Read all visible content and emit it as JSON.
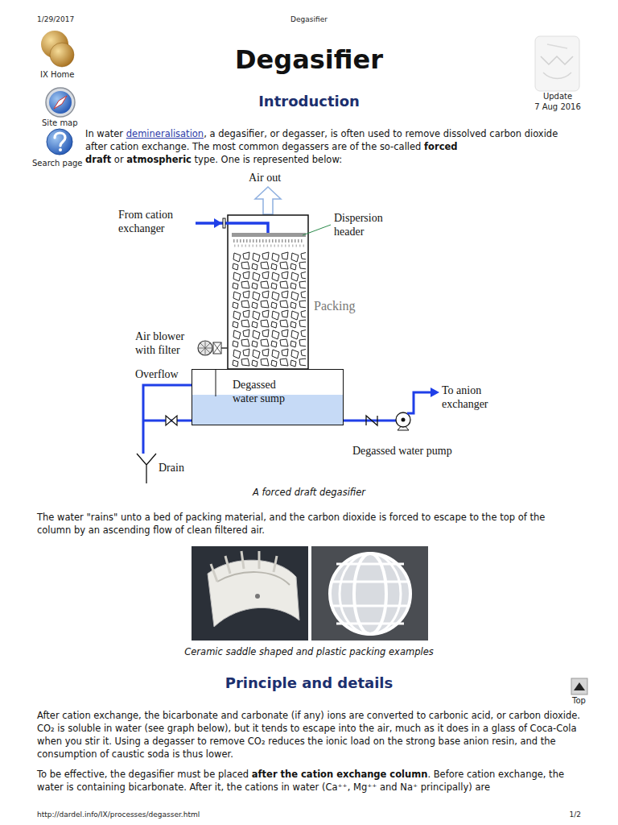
{
  "diagram": {
    "title": "Degasifier",
    "caption": "A forced draft degasifier",
    "nodes": [
      {
        "text": [
          "Degassed water sump"
        ]
      }
    ],
    "labels": [
      "1/29/2017",
      "Degasifier",
      "IX Home",
      "Update",
      "7 Aug 2016",
      "Site map",
      "Introduction",
      "In water",
      "demineralisation",
      ", a degasifier, or degasser, is often used to remove dissolved carbon dioxide after cation exchange. The most common degassers are of the so-called",
      "forced draft",
      "or",
      "atmospheric",
      "type. One is represented below:",
      "Search page",
      "Air out",
      "From cation exchanger",
      "Dispersion header",
      "Packing",
      "Air blower with filter",
      "Overflow",
      "To anion exchanger",
      "Degassed water pump",
      "Drain",
      "The water \"rains\" unto a bed of packing material, and the carbon dioxide is forced to escape to the top of the column by an ascending flow of clean filtered air.",
      "Ceramic saddle shaped and plastic packing examples",
      "Principle and details",
      "Top",
      "After cation exchange, the bicarbonate and carbonate (if any) ions are converted to carbonic acid, or carbon dioxide. CO₂ is soluble in water (see graph below), but it tends to escape into the air, much as it does in a glass of Coca-Cola when you stir it. Using a degasser to remove CO₂ reduces the ionic load on the strong base anion resin, and the consumption of caustic soda is thus lower.",
      "To be effective, the degasifier must be placed",
      "after the cation exchange column",
      ". Before cation exchange, the water is containing bicarbonate. After it, the cations in water (Ca⁺⁺, Mg⁺⁺ and Na⁺ principally) are",
      "http://dardel.info/IX/processes/degasser.html",
      "1/2"
    ]
  }
}
